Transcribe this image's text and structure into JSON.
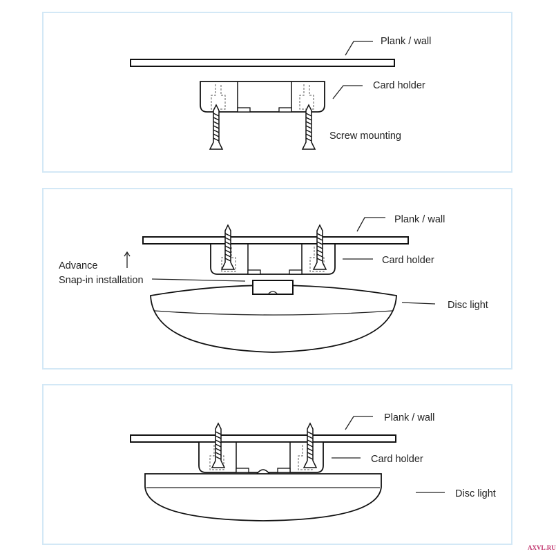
{
  "panels": [
    {
      "labels": {
        "plank": "Plank / wall",
        "holder": "Card holder",
        "screw": "Screw mounting"
      }
    },
    {
      "labels": {
        "plank": "Plank / wall",
        "holder": "Card holder",
        "advance": "Advance",
        "snap": "Snap-in installation",
        "disc": "Disc light"
      }
    },
    {
      "labels": {
        "plank": "Plank / wall",
        "holder": "Card holder",
        "disc": "Disc light"
      }
    }
  ],
  "watermark": "AXVL.RU"
}
